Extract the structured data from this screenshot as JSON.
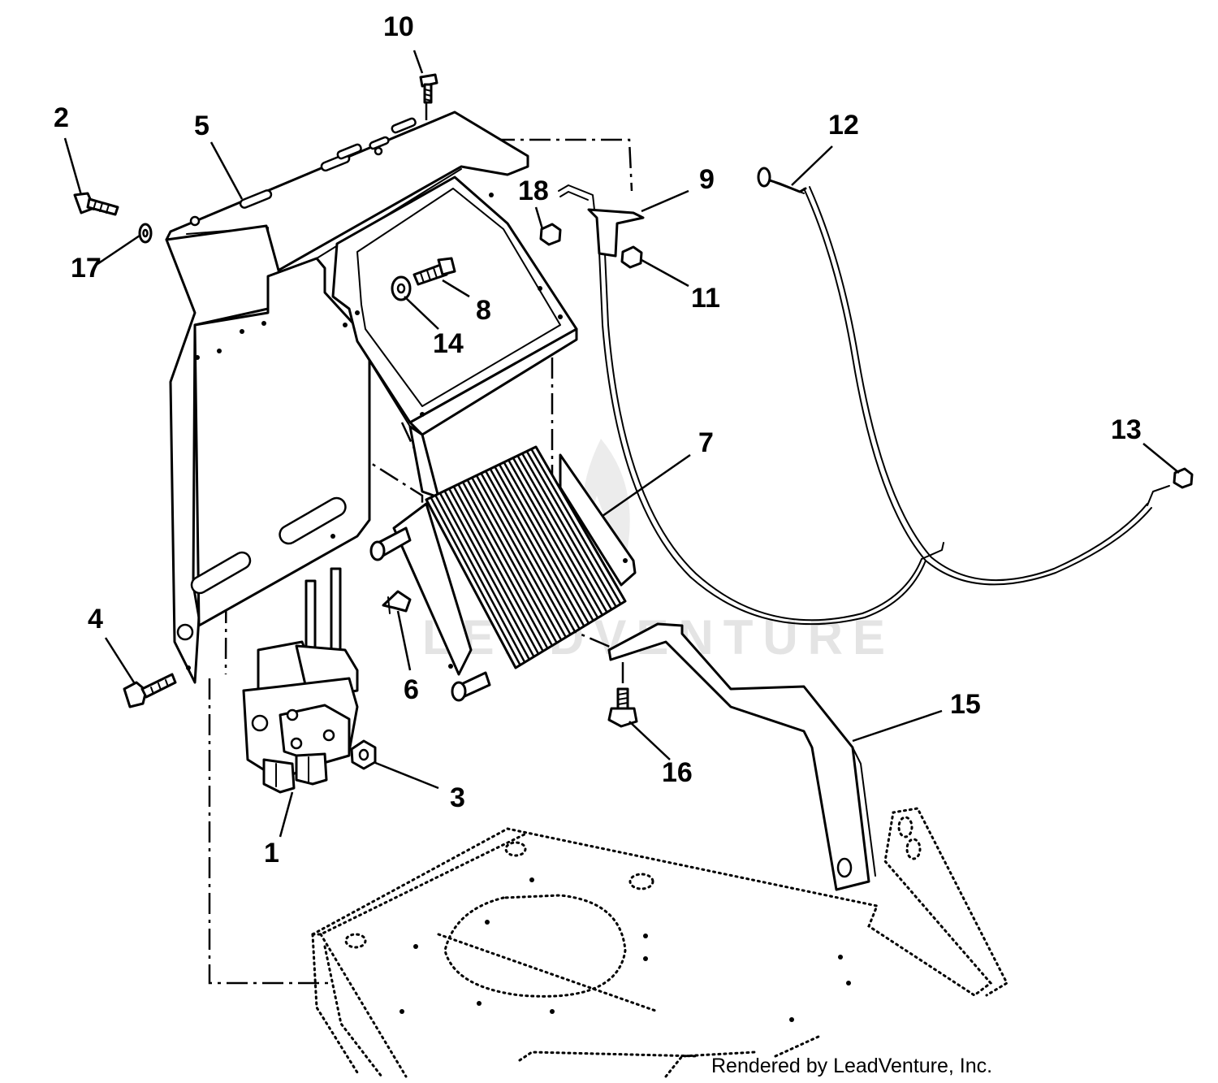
{
  "watermark": "LEADVENTURE",
  "credit": "Rendered by LeadVenture, Inc.",
  "callouts": {
    "c1": "1",
    "c2": "2",
    "c3": "3",
    "c4": "4",
    "c5": "5",
    "c6": "6",
    "c7": "7",
    "c8": "8",
    "c9": "9",
    "c10": "10",
    "c11": "11",
    "c12": "12",
    "c13": "13",
    "c14": "14",
    "c15": "15",
    "c16": "16",
    "c17": "17",
    "c18": "18"
  }
}
